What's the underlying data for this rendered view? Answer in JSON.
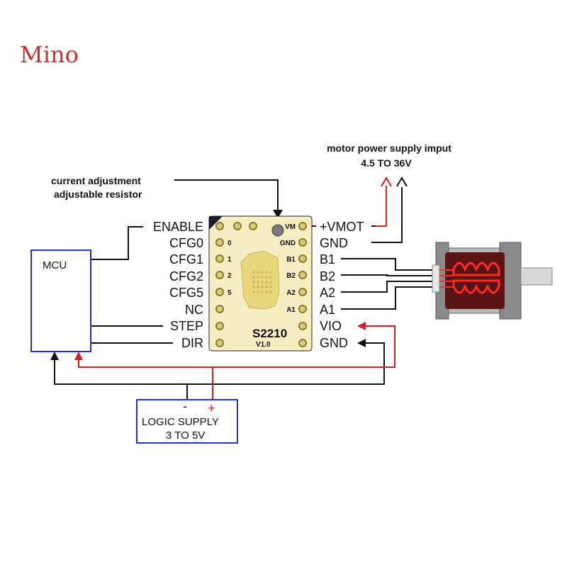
{
  "brand": "Mino",
  "motor_supply": {
    "line1": "motor power supply imput",
    "line2": "4.5 TO 36V"
  },
  "current_adjust": {
    "line1": "current adjustment",
    "line2": "adjustable resistor"
  },
  "mcu": {
    "label": "MCU"
  },
  "logic_supply": {
    "label": "LOGIC SUPPLY",
    "range": "3 TO 5V",
    "minus": "-",
    "plus": "+"
  },
  "driver": {
    "model": "S2210",
    "version": "V1.0",
    "left_pins": [
      "ENABLE",
      "CFG0",
      "CFG1",
      "CFG2",
      "CFG5",
      "NC",
      "STEP",
      "DIR"
    ],
    "right_pins": [
      "+VMOT",
      "GND",
      "B1",
      "B2",
      "A2",
      "A1",
      "VIO",
      "GND"
    ],
    "board_left_marks": [
      "0",
      "1",
      "2",
      "5"
    ],
    "board_right_marks": [
      "VM",
      "GND",
      "B1",
      "B2",
      "A2",
      "A1"
    ]
  },
  "colors": {
    "power": "#e01b1b",
    "wire": "#111111",
    "box": "#2233cc",
    "board": "#f6eec2",
    "chip": "#e8d77a"
  }
}
